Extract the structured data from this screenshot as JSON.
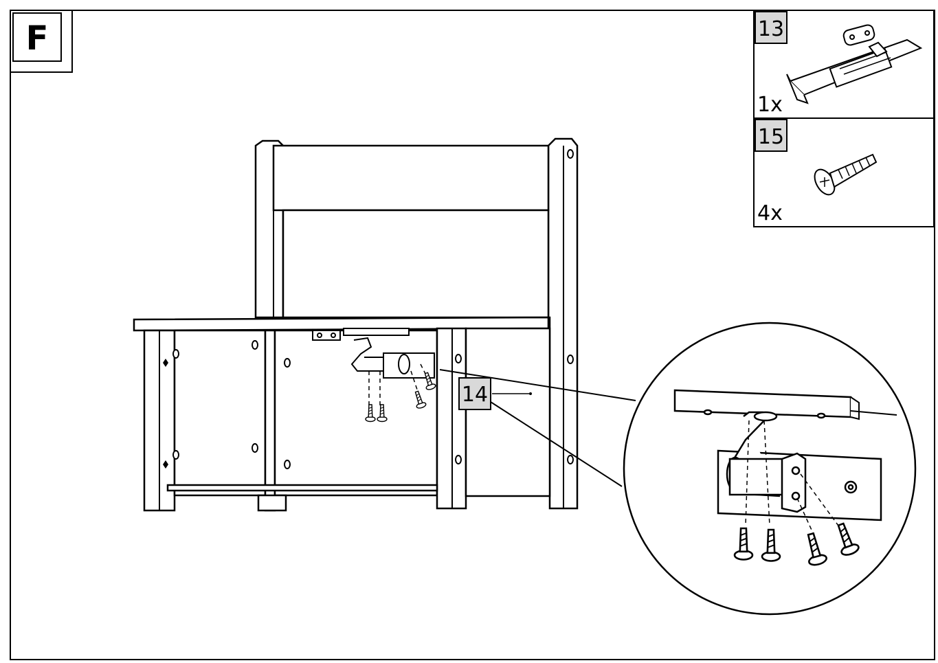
{
  "step": {
    "letter": "F"
  },
  "parts": [
    {
      "number": "13",
      "quantity": "1x",
      "icon": "lid-stay-hinge-icon"
    },
    {
      "number": "15",
      "quantity": "4x",
      "icon": "screw-icon"
    }
  ],
  "callout": {
    "number": "14"
  },
  "colors": {
    "line": "#000000",
    "label_fill": "#d9d9d9",
    "background": "#ffffff"
  }
}
